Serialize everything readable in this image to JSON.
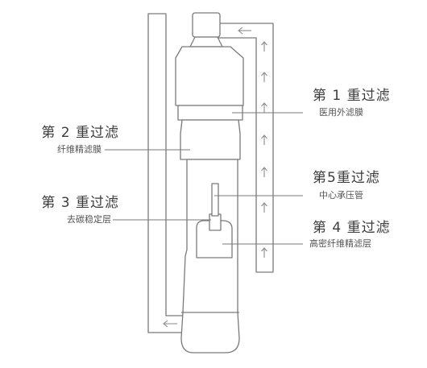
{
  "colors": {
    "stroke": "#7a7a7a",
    "fill": "#ffffff",
    "text": "#3c3c3c"
  },
  "arrow_icons": [
    "flow-arrow-left-icon",
    "flow-arrow-up-icon"
  ],
  "labels": {
    "stage1": {
      "title": "第 1 重过滤",
      "subtitle": "医用外滤膜"
    },
    "stage2": {
      "title": "第 2 重过滤",
      "subtitle": "纤维精滤膜"
    },
    "stage3": {
      "title": "第 3 重过滤",
      "subtitle": "去碳稳定层"
    },
    "stage4": {
      "title": "第 4 重过滤",
      "subtitle": "高密纤维精滤层"
    },
    "stage5": {
      "title": "第5重过滤",
      "subtitle": "中心承压管"
    }
  }
}
